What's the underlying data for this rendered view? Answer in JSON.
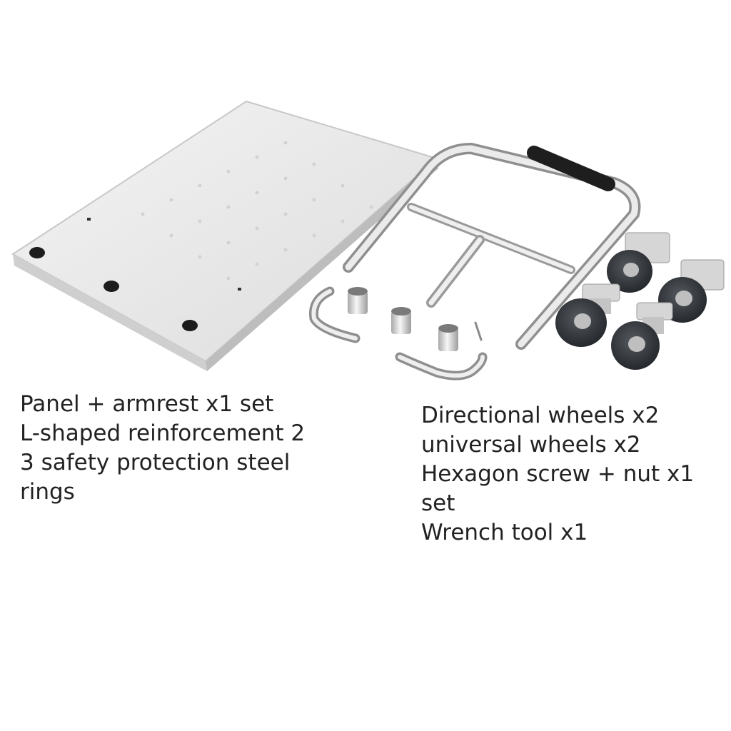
{
  "left_caption": {
    "line1": "Panel + armrest x1 set",
    "line2": "L-shaped reinforcement 2",
    "line3": "3 safety protection steel",
    "line4": "rings"
  },
  "right_caption": {
    "line1": "Directional wheels x2",
    "line2": "universal wheels x2",
    "line3": "Hexagon screw + nut x1",
    "line4": "set",
    "line5": "Wrench tool x1"
  },
  "colors": {
    "background": "#ffffff",
    "text": "#222222",
    "panel": "#e9e9e9",
    "steel": "#cfcfcf",
    "wheel": "#2f3338",
    "grip": "#1e1e1e"
  }
}
